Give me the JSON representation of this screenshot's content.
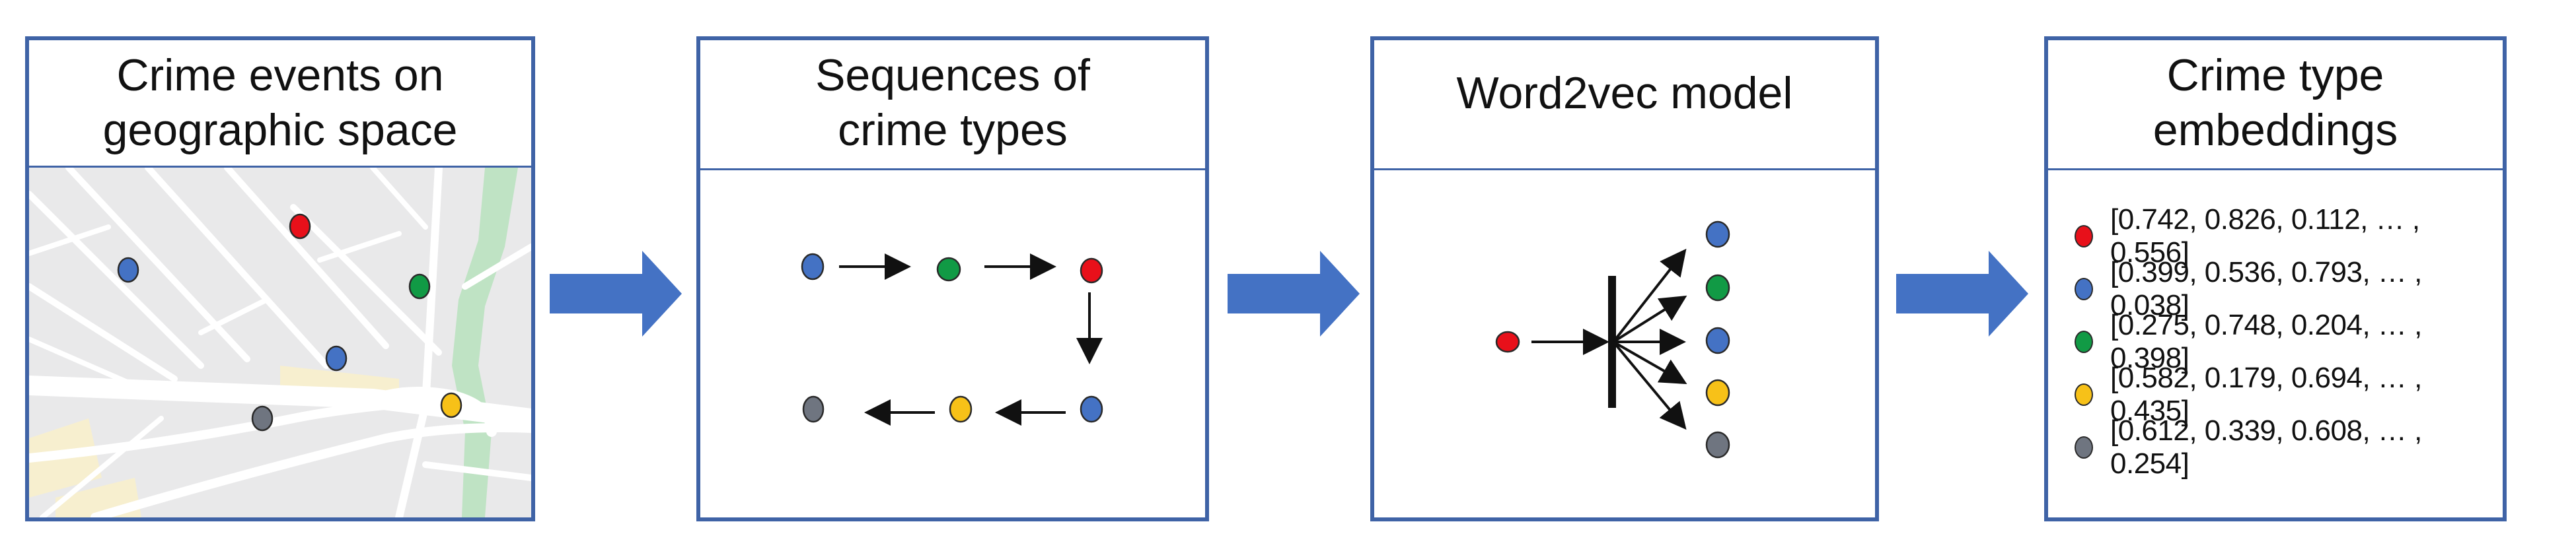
{
  "colors": {
    "frame": "#3f63a6",
    "arrow": "#4472c4",
    "red": "#e8101a",
    "blue": "#4472c4",
    "green": "#119a45",
    "yellow": "#f7c118",
    "gray": "#6f7580",
    "map_bg": "#e9e9ea",
    "map_road": "#ffffff",
    "map_park": "#bfe3c4",
    "map_area": "#f7efcf"
  },
  "panels": [
    {
      "title": "Crime events on\ngeographic space"
    },
    {
      "title": "Sequences of\ncrime types"
    },
    {
      "title": "Word2vec model"
    },
    {
      "title": "Crime type\nembeddings"
    }
  ],
  "embeddings": [
    {
      "color": "red",
      "vector": "[0.742, 0.826, 0.112, … , 0.556]"
    },
    {
      "color": "blue",
      "vector": "[0.399, 0.536, 0.793, … , 0.038]"
    },
    {
      "color": "green",
      "vector": "[0.275, 0.748, 0.204, … , 0.398]"
    },
    {
      "color": "yellow",
      "vector": "[0.582, 0.179, 0.694, … , 0.435]"
    },
    {
      "color": "gray",
      "vector": "[0.612, 0.339, 0.608, … , 0.254]"
    }
  ],
  "sequence": {
    "top_row": [
      "blue",
      "green",
      "red"
    ],
    "bottom_row": [
      "gray",
      "yellow",
      "blue"
    ]
  },
  "word2vec": {
    "input": "red",
    "outputs": [
      "blue",
      "green",
      "blue",
      "yellow",
      "gray"
    ]
  },
  "map_events": [
    "red",
    "blue",
    "green",
    "blue",
    "yellow",
    "gray"
  ]
}
